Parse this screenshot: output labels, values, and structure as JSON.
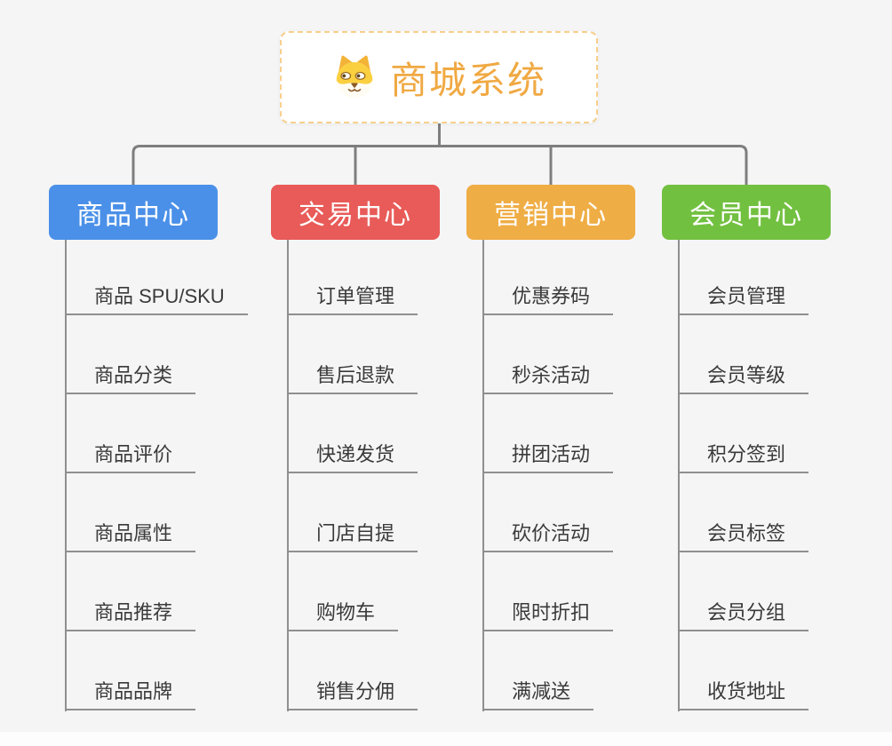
{
  "root": {
    "label": "商城系统",
    "icon": "shiba-dog-icon"
  },
  "branches": [
    {
      "id": "product-center",
      "label": "商品中心",
      "color": "#4A90E8",
      "items": [
        "商品 SPU/SKU",
        "商品分类",
        "商品评价",
        "商品属性",
        "商品推荐",
        "商品品牌"
      ]
    },
    {
      "id": "trade-center",
      "label": "交易中心",
      "color": "#E85B58",
      "items": [
        "订单管理",
        "售后退款",
        "快递发货",
        "门店自提",
        "购物车",
        "销售分佣"
      ]
    },
    {
      "id": "marketing-center",
      "label": "营销中心",
      "color": "#EFAD45",
      "items": [
        "优惠券码",
        "秒杀活动",
        "拼团活动",
        "砍价活动",
        "限时折扣",
        "满减送"
      ]
    },
    {
      "id": "member-center",
      "label": "会员中心",
      "color": "#72C040",
      "items": [
        "会员管理",
        "会员等级",
        "积分签到",
        "会员标签",
        "会员分组",
        "收货地址"
      ]
    }
  ],
  "colors": {
    "background": "#F5F5F6",
    "connector_line": "#7E7E7E",
    "branch_line": "#8F8F8F",
    "item_text": "#3A3A3A",
    "root_accent": "#F0A943",
    "root_border": "#F8CF8C"
  }
}
